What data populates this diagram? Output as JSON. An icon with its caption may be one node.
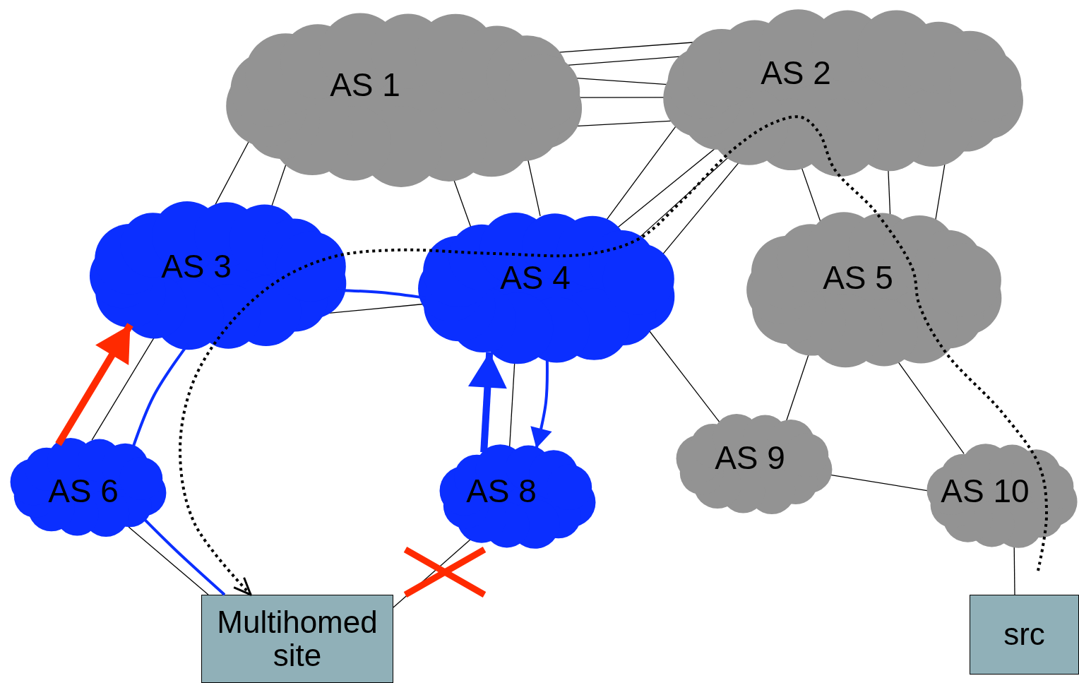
{
  "diagram": {
    "nodes": [
      {
        "text": [
          "AS 1"
        ]
      },
      {
        "text": [
          "AS 2"
        ]
      },
      {
        "text": [
          "AS 3"
        ]
      },
      {
        "text": [
          "AS 4"
        ]
      },
      {
        "text": [
          "AS 5"
        ]
      },
      {
        "text": [
          "AS 6"
        ]
      },
      {
        "text": [
          "AS 8"
        ]
      },
      {
        "text": [
          "AS 9"
        ]
      },
      {
        "text": [
          "AS 10"
        ]
      },
      {
        "text": [
          "Multihomed site"
        ]
      },
      {
        "text": [
          "src"
        ]
      }
    ],
    "edges": [
      {
        "from": 0,
        "to": 1,
        "arrow": "none"
      },
      {
        "from": 0,
        "to": 1,
        "arrow": "none"
      },
      {
        "from": 0,
        "to": 1,
        "arrow": "none"
      },
      {
        "from": 0,
        "to": 1,
        "arrow": "none"
      },
      {
        "from": 0,
        "to": 1,
        "arrow": "none"
      },
      {
        "from": 0,
        "to": 2,
        "arrow": "none"
      },
      {
        "from": 0,
        "to": 2,
        "arrow": "none"
      },
      {
        "from": 0,
        "to": 3,
        "arrow": "none"
      },
      {
        "from": 0,
        "to": 3,
        "arrow": "none"
      },
      {
        "from": 1,
        "to": 3,
        "arrow": "none"
      },
      {
        "from": 1,
        "to": 3,
        "arrow": "none"
      },
      {
        "from": 1,
        "to": 3,
        "arrow": "none"
      },
      {
        "from": 1,
        "to": 3,
        "arrow": "none"
      },
      {
        "from": 1,
        "to": 4,
        "arrow": "none"
      },
      {
        "from": 1,
        "to": 4,
        "arrow": "none"
      },
      {
        "from": 1,
        "to": 4,
        "arrow": "none"
      },
      {
        "from": 2,
        "to": 3,
        "arrow": "none"
      },
      {
        "from": 2,
        "to": 5,
        "arrow": "none"
      },
      {
        "from": 3,
        "to": 6,
        "arrow": "none"
      },
      {
        "from": 3,
        "to": 7,
        "arrow": "none"
      },
      {
        "from": 4,
        "to": 7,
        "arrow": "none"
      },
      {
        "from": 4,
        "to": 8,
        "arrow": "none"
      },
      {
        "from": 7,
        "to": 8,
        "arrow": "none"
      },
      {
        "from": 8,
        "to": 10,
        "arrow": "none"
      },
      {
        "from": 5,
        "to": 9,
        "arrow": "none"
      },
      {
        "from": 6,
        "to": 9,
        "arrow": "none"
      },
      {
        "from": 3,
        "to": 2,
        "arrow": "none",
        "style": "thick",
        "color": "#0b2fff"
      },
      {
        "from": 2,
        "to": 5,
        "arrow": "none",
        "style": "thick",
        "color": "#0b2fff"
      },
      {
        "from": 5,
        "to": 9,
        "arrow": "none",
        "style": "thick",
        "color": "#0b2fff"
      },
      {
        "from": 6,
        "to": 3,
        "arrow": "to",
        "style": "thick",
        "color": "#0b2fff"
      },
      {
        "from": 3,
        "to": 6,
        "arrow": "to",
        "style": "thick",
        "color": "#0b2fff"
      },
      {
        "from": 5,
        "to": 2,
        "arrow": "to",
        "style": "thick",
        "color": "#ff2a00"
      },
      {
        "from": null,
        "to": 9,
        "arrow": "to",
        "style": "dashed"
      }
    ]
  }
}
